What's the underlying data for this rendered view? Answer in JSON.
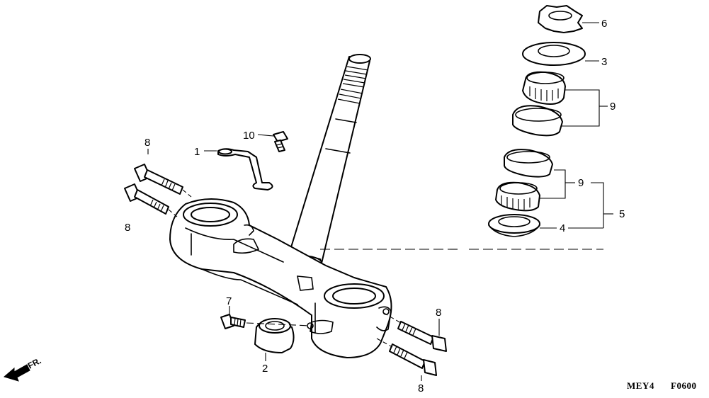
{
  "callouts": {
    "c1": "1",
    "c2": "2",
    "c3": "3",
    "c4": "4",
    "c5": "5",
    "c6": "6",
    "c7": "7",
    "c8a": "8",
    "c8b": "8",
    "c8c": "8",
    "c8d": "8",
    "c9a": "9",
    "c9b": "9",
    "c10": "10"
  },
  "front_marker": "FR.",
  "codes": {
    "model": "MEY4",
    "figure": "F0600"
  }
}
